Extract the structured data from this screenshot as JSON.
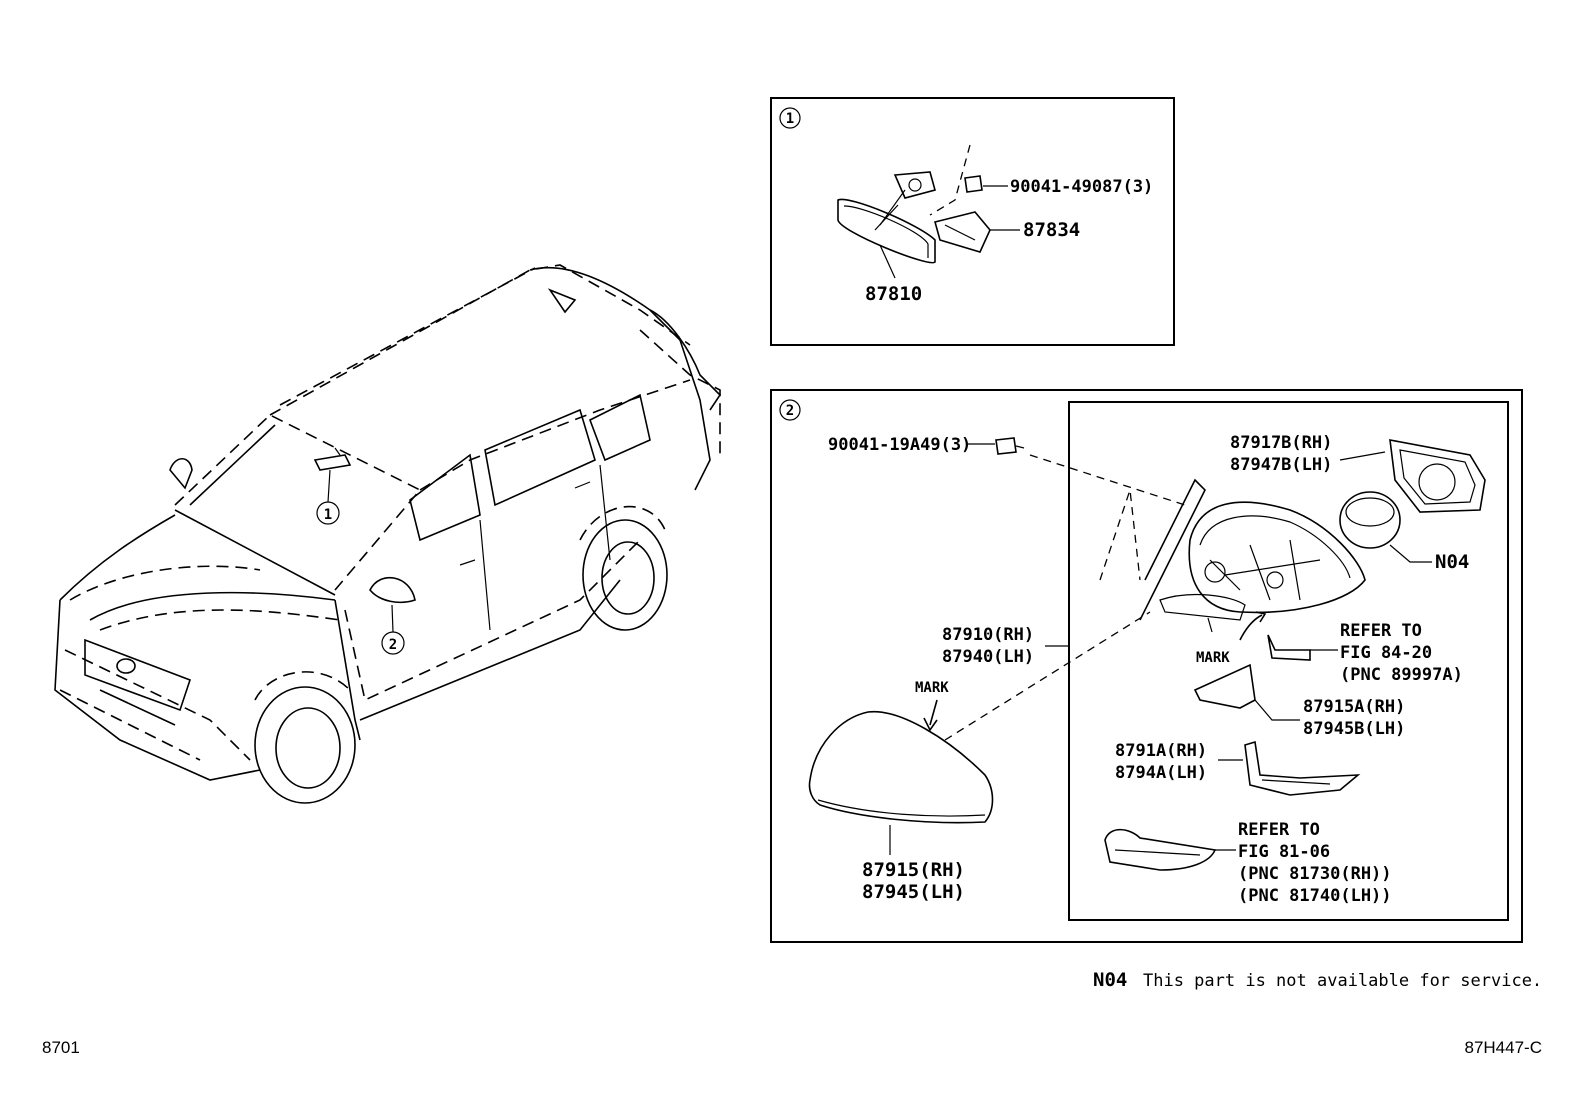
{
  "callouts": {
    "one": "1",
    "two": "2"
  },
  "inset1": {
    "bolt_part": "90041-49087(3)",
    "bracket_part": "87834",
    "mirror_part": "87810"
  },
  "inset2": {
    "screw_part": "90041-19A49(3)",
    "glass_rh": "87917B(RH)",
    "glass_lh": "87947B(LH)",
    "n04_label": "N04",
    "assy_rh": "87910(RH)",
    "assy_lh": "87940(LH)",
    "mark_upper": "MARK",
    "mark_cover": "MARK",
    "refer1_line1": "REFER TO",
    "refer1_line2": "FIG 84-20",
    "refer1_line3": "(PNC 89997A)",
    "cover_a_rh": "87915A(RH)",
    "cover_a_lh": "87945B(LH)",
    "lamp_rh": "8791A(RH)",
    "lamp_lh": "8794A(LH)",
    "refer2_line1": "REFER TO",
    "refer2_line2": "FIG 81-06",
    "refer2_line3": "(PNC 81730(RH))",
    "refer2_line4": "(PNC 81740(LH))",
    "cover_rh": "87915(RH)",
    "cover_lh": "87945(LH)"
  },
  "note": {
    "code": "N04",
    "text": "This part is not available for service."
  },
  "footer": {
    "left": "8701",
    "right": "87H447-C"
  }
}
